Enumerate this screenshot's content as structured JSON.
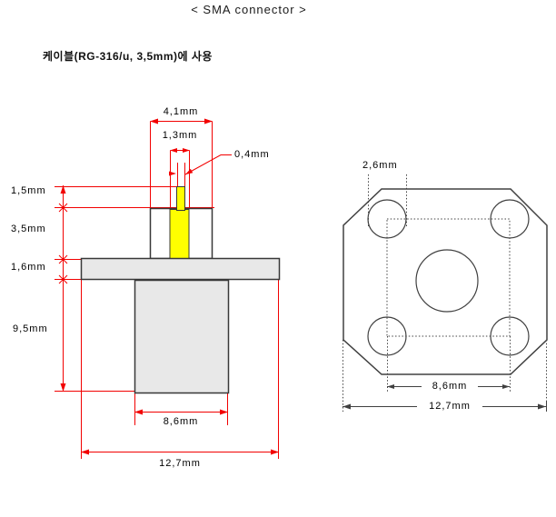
{
  "title": "< SMA connector >",
  "subtitle": "케이블(RG-316/u, 3,5mm)에 사용",
  "side_view": {
    "top_width": "4,1mm",
    "dielectric_width": "1,3mm",
    "pin_diameter": "0,4mm",
    "pin_exposed_height": "1,5mm",
    "upper_body_height": "3,5mm",
    "flange_thickness": "1,6mm",
    "lower_body_height": "9,5mm",
    "lower_body_width": "8,6mm",
    "flange_width": "12,7mm"
  },
  "front_view": {
    "hole_diameter": "2,6mm",
    "hole_spacing": "8,6mm",
    "flange_width": "12,7mm"
  },
  "colors": {
    "dimension_line": "#f20000",
    "outline": "#383838",
    "front_outline": "#404040",
    "metal_fill": "#e8e8e8",
    "insulator_fill": "#ffff00",
    "background": "#ffffff"
  }
}
